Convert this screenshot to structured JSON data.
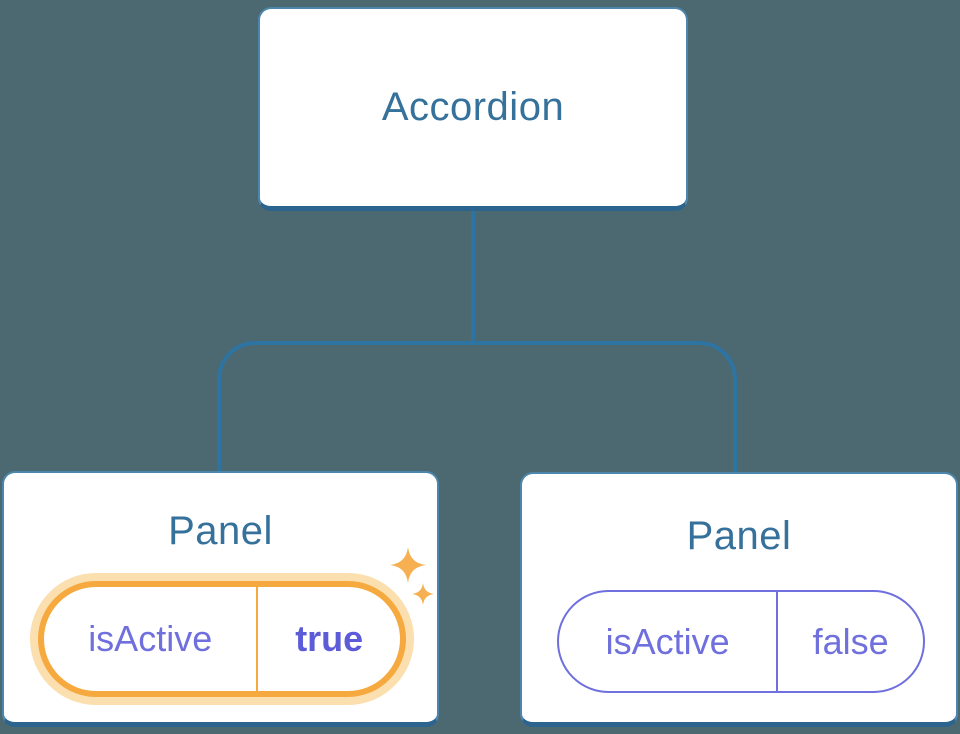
{
  "diagram": {
    "description": "Component tree: Accordion parent holding isActive state for two Panel children",
    "root": {
      "label": "Accordion"
    },
    "children": [
      {
        "label": "Panel",
        "state": {
          "name": "isActive",
          "value": "true"
        },
        "highlighted": true
      },
      {
        "label": "Panel",
        "state": {
          "name": "isActive",
          "value": "false"
        },
        "highlighted": false
      }
    ]
  },
  "icons": {
    "sparkle_large": "sparkle-icon",
    "sparkle_small": "sparkle-icon"
  },
  "colors": {
    "background": "#4c6871",
    "card_background": "#ffffff",
    "card_border": "#4d86ac",
    "card_border_bottom": "#2a648f",
    "heading": "#35719b",
    "connector": "#2e74a3",
    "state_text": "#6f6fde",
    "state_value_active": "#5c5cd8",
    "highlight_orange": "#f5a93e",
    "highlight_glow": "#fbdfae",
    "sparkle": "#f6b052"
  }
}
